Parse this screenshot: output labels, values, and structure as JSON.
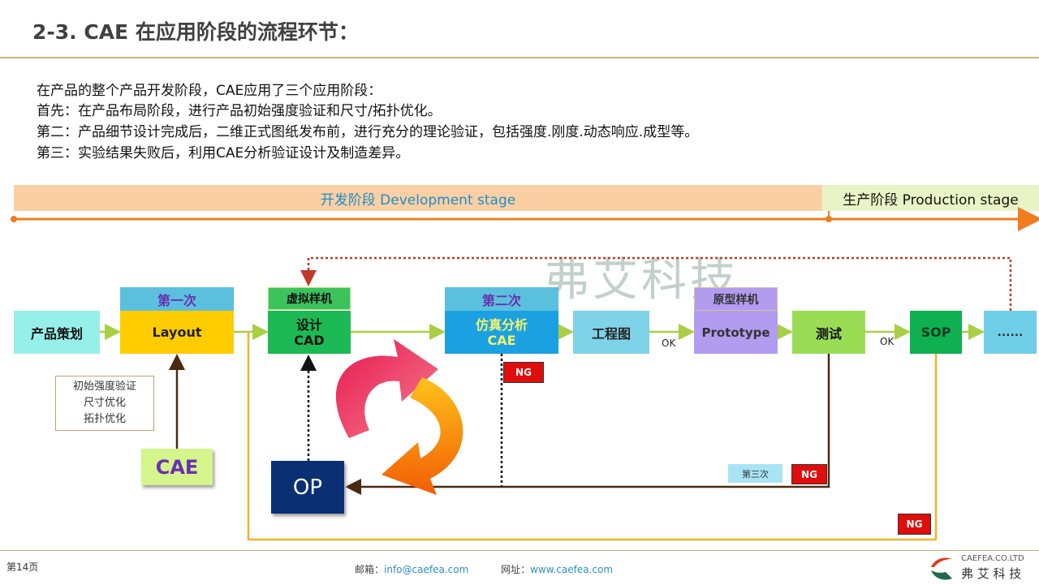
{
  "title": "2-3. CAE 在应用阶段的流程环节：",
  "intro": [
    "在产品的整个产品开发阶段，CAE应用了三个应用阶段：",
    "首先：在产品布局阶段，进行产品初始强度验证和尺寸/拓扑优化。",
    "第二：产品细节设计完成后，二维正式图纸发布前，进行充分的理论验证，包括强度.刚度.动态响应.成型等。",
    "第三：实验结果失败后，利用CAE分析验证设计及制造差异。"
  ],
  "stages": {
    "dev": "开发阶段  Development stage",
    "prod": "生产阶段 Production stage"
  },
  "watermark": "弗艾科技",
  "flow": {
    "planning": "产品策划",
    "first": "第一次",
    "layout": "Layout",
    "virtual": "虚拟样机",
    "cad1": "设计",
    "cad2": "CAD",
    "second": "第二次",
    "cae1": "仿真分析",
    "cae2": "CAE",
    "drawing": "工程图",
    "proto_label": "原型样机",
    "prototype": "Prototype",
    "test": "测试",
    "sop": "SOP",
    "more": "......",
    "ok1": "OK",
    "ok2": "OK",
    "ng": "NG",
    "third": "第三次",
    "notes": [
      "初始强度验证",
      "尺寸优化",
      "拓扑优化"
    ],
    "cae_box": "CAE",
    "op": "OP"
  },
  "footer": {
    "page": "第14页",
    "email_label": "邮箱：",
    "email": "info@caefea.com",
    "web_label": "网址：",
    "web": "www.caefea.com",
    "logo_en": "CAEFEA.CO.LTD",
    "logo_cn": "弗 艾 科 技"
  }
}
